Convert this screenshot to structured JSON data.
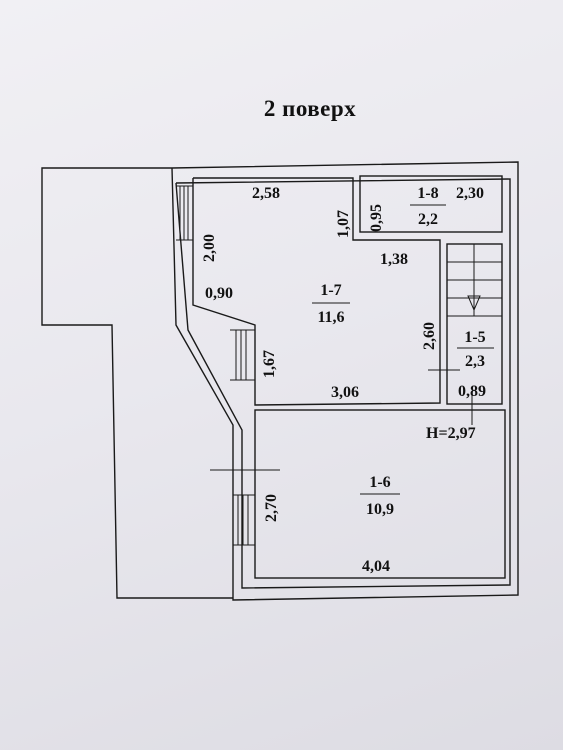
{
  "title": "2 поверх",
  "rooms": [
    {
      "id": "1-7",
      "area": "11,6"
    },
    {
      "id": "1-8",
      "area": "2,2"
    },
    {
      "id": "1-5",
      "area": "2,3"
    },
    {
      "id": "1-6",
      "area": "10,9"
    }
  ],
  "dimensions": {
    "d258": "2,58",
    "d107": "1,07",
    "d095": "0,95",
    "d230": "2,30",
    "d200": "2,00",
    "d138": "1,38",
    "d090": "0,90",
    "d260": "2,60",
    "d167": "1,67",
    "d306": "3,06",
    "d089": "0,89",
    "d270": "2,70",
    "d404": "4,04"
  },
  "height_label": "Н=2,97"
}
